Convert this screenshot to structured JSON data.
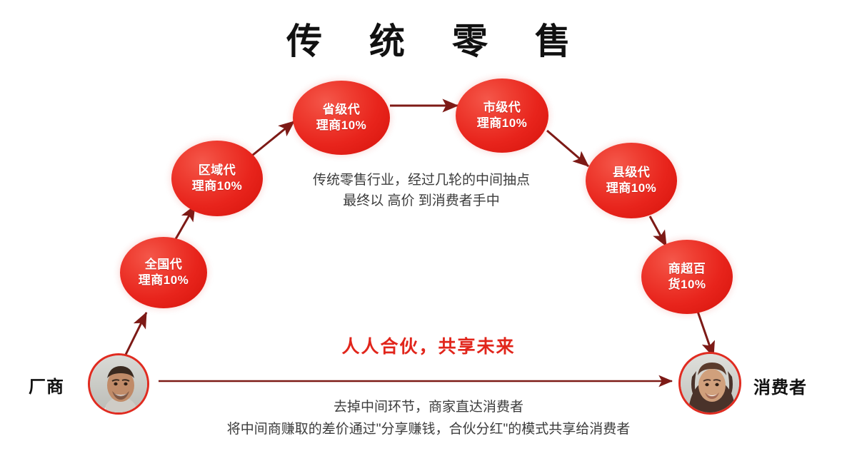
{
  "page": {
    "title": "传 统 零 售",
    "background_color": "#ffffff",
    "accent_color": "#e1251b",
    "arrow_color": "#7d1a16"
  },
  "endpoints": {
    "manufacturer": {
      "label": "厂商",
      "avatar_name": "manufacturer-avatar"
    },
    "consumer": {
      "label": "消费者",
      "avatar_name": "consumer-avatar"
    }
  },
  "chain": {
    "nodes": [
      {
        "id": "national",
        "label": "全国代\n理商10%"
      },
      {
        "id": "regional",
        "label": "区域代\n理商10%"
      },
      {
        "id": "provincial",
        "label": "省级代\n理商10%"
      },
      {
        "id": "city",
        "label": "市级代\n理商10%"
      },
      {
        "id": "county",
        "label": "县级代\n理商10%"
      },
      {
        "id": "retail",
        "label": "商超百\n货10%"
      }
    ]
  },
  "center_note": "传统零售行业，经过几轮的中间抽点\n最终以 高价 到消费者手中",
  "slogan": "人人合伙，共享未来",
  "bottom_note": "去掉中间环节，商家直达消费者\n将中间商赚取的差价通过\"分享赚钱，合伙分红\"的模式共享给消费者"
}
